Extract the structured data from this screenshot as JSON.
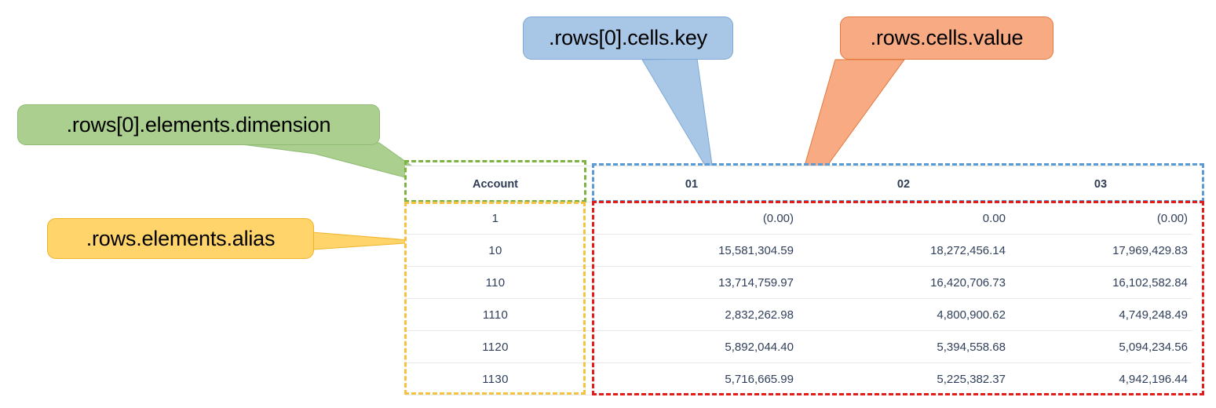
{
  "callouts": [
    {
      "name": "dimension",
      "text": ".rows[0].elements.dimension",
      "color": "#aacf8f"
    },
    {
      "name": "alias",
      "text": ".rows.elements.alias",
      "color": "#ffd46b"
    },
    {
      "name": "cells-key",
      "text": ".rows[0].cells.key",
      "color": "#a8c6e6"
    },
    {
      "name": "cells-value",
      "text": ".rows.cells.value",
      "color": "#f8ab83"
    }
  ],
  "table": {
    "headers": [
      "Account",
      "01",
      "02",
      "03"
    ],
    "rows": [
      {
        "dimension": "1",
        "values": [
          "(0.00)",
          "0.00",
          "(0.00)"
        ]
      },
      {
        "dimension": "10",
        "values": [
          "15,581,304.59",
          "18,272,456.14",
          "17,969,429.83"
        ]
      },
      {
        "dimension": "110",
        "values": [
          "13,714,759.97",
          "16,420,706.73",
          "16,102,582.84"
        ]
      },
      {
        "dimension": "1110",
        "values": [
          "2,832,262.98",
          "4,800,900.62",
          "4,749,248.49"
        ]
      },
      {
        "dimension": "1120",
        "values": [
          "5,892,044.40",
          "5,394,558.68",
          "5,094,234.56"
        ]
      },
      {
        "dimension": "1130",
        "values": [
          "5,716,665.99",
          "5,225,382.37",
          "4,942,196.44"
        ]
      }
    ]
  },
  "highlights": {
    "dimension_header_box_color": "#7cb342",
    "alias_column_box_color": "#f5c242",
    "cells_key_box_color": "#5b9bd5",
    "cells_value_box_color": "#e21b1b"
  }
}
